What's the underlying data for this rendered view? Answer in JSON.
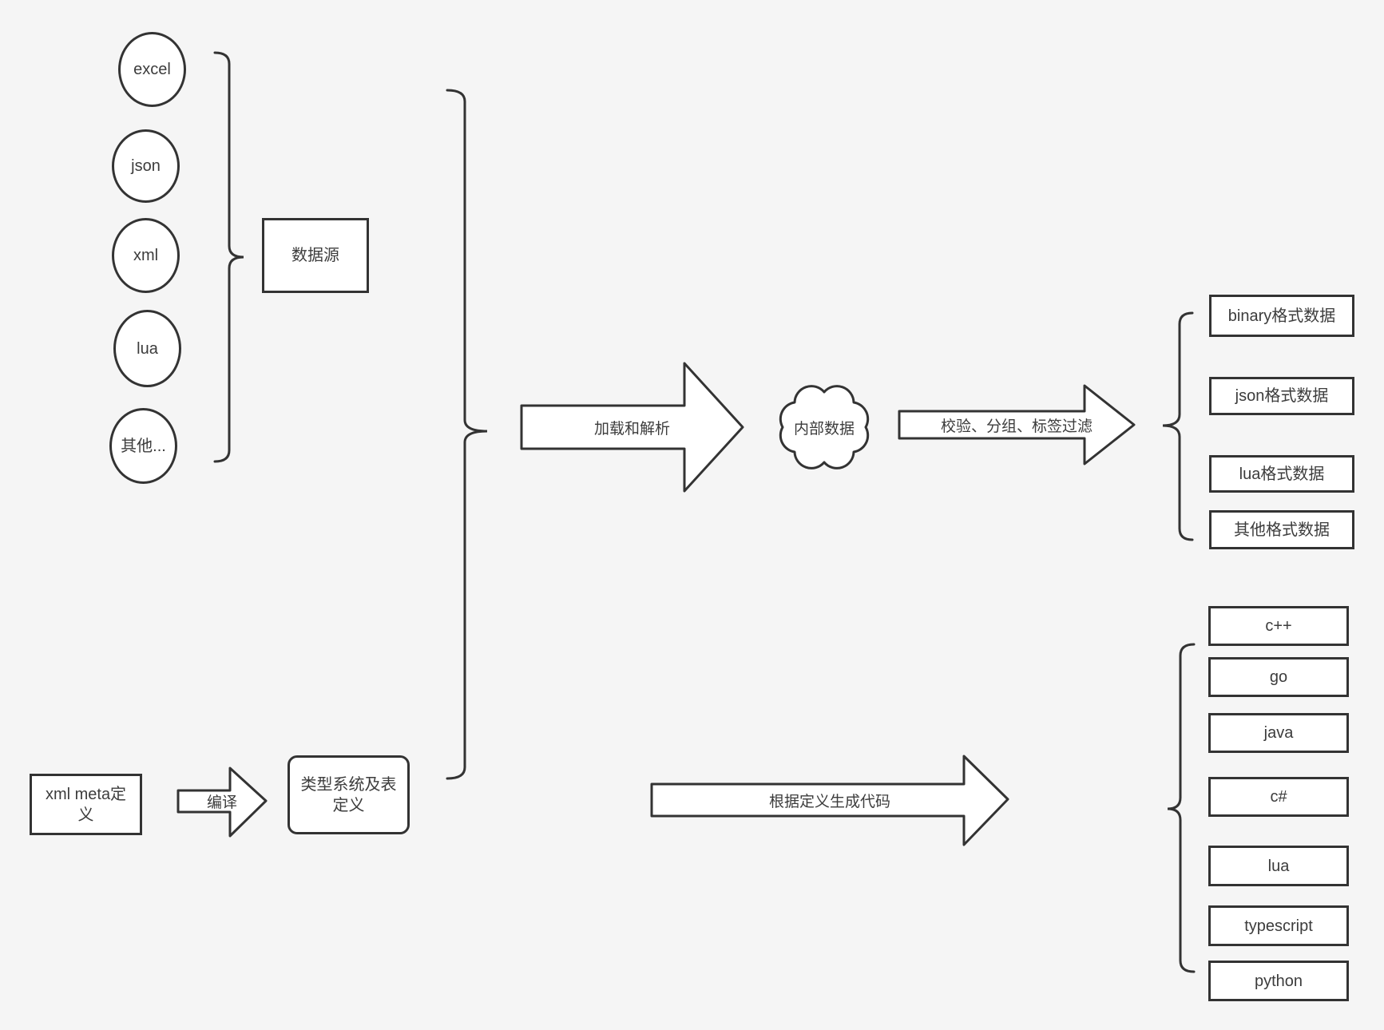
{
  "colors": {
    "background": "#f5f5f5",
    "stroke": "#333333",
    "shape_fill": "#ffffff",
    "text": "#3c3c3c"
  },
  "sources": {
    "group_label": "数据源",
    "items": [
      {
        "label": "excel"
      },
      {
        "label": "json"
      },
      {
        "label": "xml"
      },
      {
        "label": "lua"
      },
      {
        "label": "其他..."
      }
    ]
  },
  "pipeline": {
    "load_parse_label": "加载和解析",
    "internal_data_label": "内部数据",
    "filter_label": "校验、分组、标签过滤",
    "compile_label": "编译",
    "generate_code_label": "根据定义生成代码"
  },
  "definitions": {
    "xml_meta_label": "xml meta定义",
    "type_system_label": "类型系统及表定义"
  },
  "outputs": {
    "data_formats": [
      {
        "label": "binary格式数据"
      },
      {
        "label": "json格式数据"
      },
      {
        "label": "lua格式数据"
      },
      {
        "label": "其他格式数据"
      }
    ],
    "languages": [
      {
        "label": "c++"
      },
      {
        "label": "go"
      },
      {
        "label": "java"
      },
      {
        "label": "c#"
      },
      {
        "label": "lua"
      },
      {
        "label": "typescript"
      },
      {
        "label": "python"
      }
    ]
  }
}
